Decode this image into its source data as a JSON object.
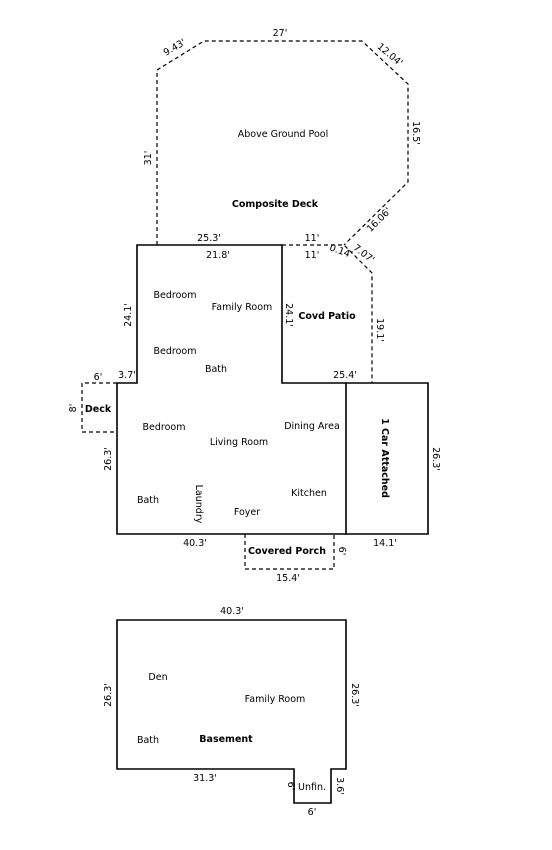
{
  "main_floor": {
    "rooms": {
      "bedroom_1": "Bedroom",
      "bedroom_2": "Bedroom",
      "bedroom_3": "Bedroom",
      "family_room": "Family Room",
      "bath_upper": "Bath",
      "bath_lower": "Bath",
      "living_room": "Living Room",
      "dining_area": "Dining Area",
      "kitchen": "Kitchen",
      "foyer": "Foyer",
      "laundry": "Laundry"
    },
    "outdoor": {
      "pool": "Above Ground Pool",
      "composite_deck": "Composite Deck",
      "covd_patio": "Covd Patio",
      "deck": "Deck",
      "garage": "1 Car Attached",
      "covered_porch": "Covered Porch"
    },
    "dims": {
      "pool_top": "27'",
      "pool_top_left": "9.43'",
      "pool_top_right": "12.04'",
      "pool_right": "16.5'",
      "pool_left": "31'",
      "deck_diag": "16.06'",
      "deck_25_3": "25.3'",
      "deck_11_outer": "11'",
      "deck_11_inner": "11'",
      "house_21_8": "21.8'",
      "diag_7_07": "7.07'",
      "diag_0_14": "0.14'",
      "left_24_1": "24.1'",
      "patio_24_1": "24.1'",
      "patio_19_1": "19.1'",
      "patio_25_4": "25.4'",
      "step_3_7": "3.7'",
      "deck_6": "6'",
      "deck_8": "8'",
      "left_26_3": "26.3'",
      "garage_26_3": "26.3'",
      "bottom_40_3": "40.3'",
      "garage_14_1": "14.1'",
      "porch_6": "6'",
      "porch_15_4": "15.4'"
    }
  },
  "basement": {
    "rooms": {
      "den": "Den",
      "family_room": "Family Room",
      "bath": "Bath",
      "title": "Basement",
      "unfin": "Unfin."
    },
    "dims": {
      "top_40_3": "40.3'",
      "left_26_3": "26.3'",
      "right_26_3": "26.3'",
      "bottom_31_3": "31.3'",
      "unfin_6_left": "6'",
      "unfin_3_6": "3.6'",
      "unfin_6_bottom": "6'"
    }
  }
}
